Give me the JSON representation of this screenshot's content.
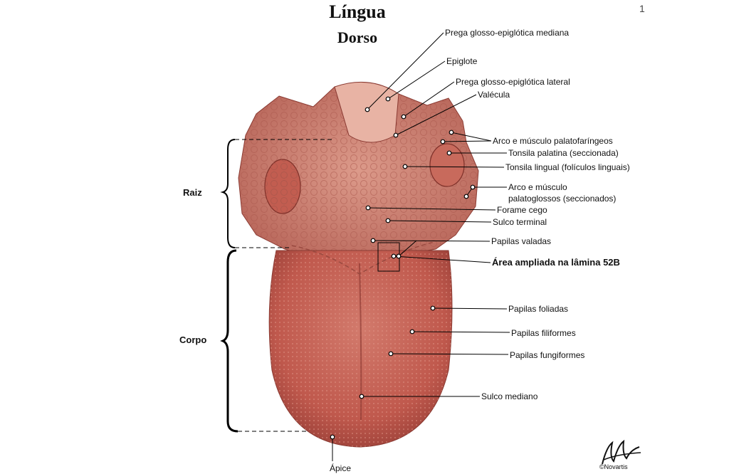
{
  "title": "Língua",
  "subtitle": "Dorso",
  "corner_mark": "1",
  "sections": {
    "root": "Raiz",
    "body": "Corpo"
  },
  "labels": [
    "Prega glosso-epiglótica mediana",
    "Epiglote",
    "Prega glosso-epiglótica lateral",
    "Valécula",
    "Arco e músculo palatofaríngeos",
    "Tonsila palatina (seccionada)",
    "Tonsila lingual (folículos linguais)",
    "Arco e músculo",
    "palatoglossos (seccionados)",
    "Forame cego",
    "Sulco terminal",
    "Papilas valadas",
    "Área ampliada na lâmina 52B",
    "Papilas foliadas",
    "Papilas filiformes",
    "Papilas fungiformes",
    "Sulco mediano",
    "Ápice"
  ],
  "signature": "©Novartis",
  "colors": {
    "tongue": "#c4655a",
    "tongue_dark": "#9a4038",
    "root": "#d48e80",
    "line": "#000000"
  }
}
